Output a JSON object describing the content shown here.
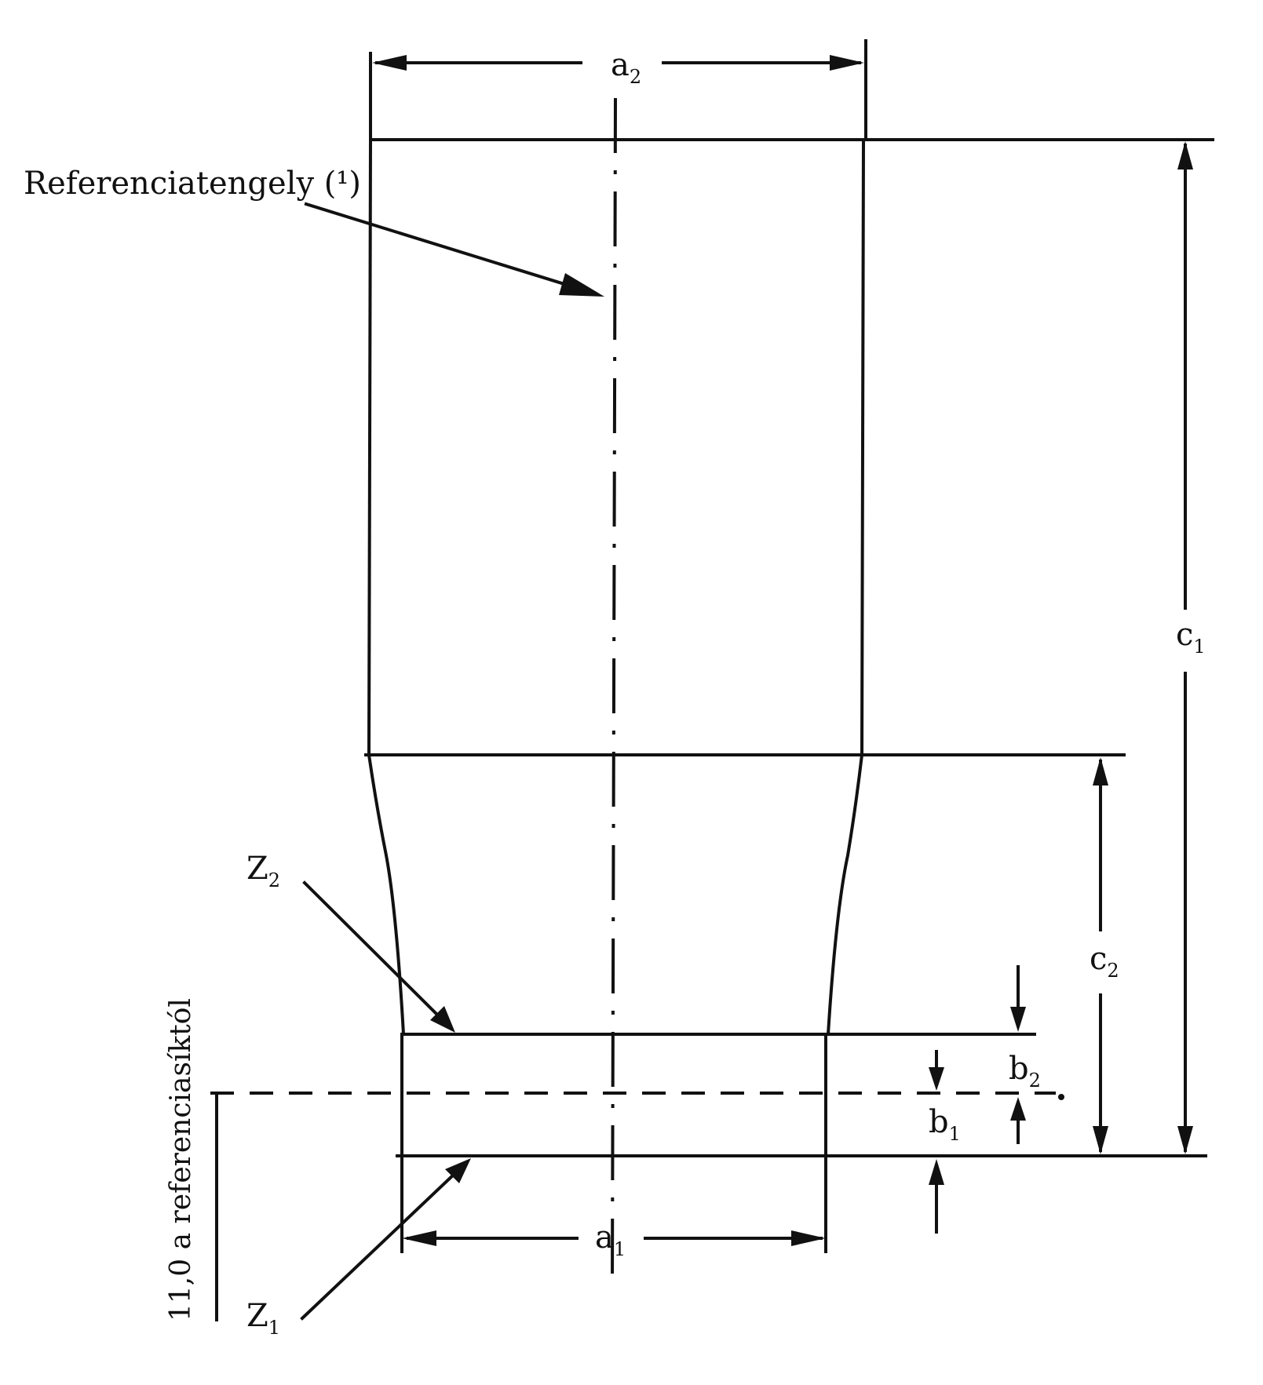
{
  "labels": {
    "reference_axis": "Referenciatengely (¹)",
    "a1": {
      "base": "a",
      "sub": "1"
    },
    "a2": {
      "base": "a",
      "sub": "2"
    },
    "b1": {
      "base": "b",
      "sub": "1"
    },
    "b2": {
      "base": "b",
      "sub": "2"
    },
    "c1": {
      "base": "c",
      "sub": "1"
    },
    "c2": {
      "base": "c",
      "sub": "2"
    },
    "z1": {
      "base": "Z",
      "sub": "1"
    },
    "z2": {
      "base": "Z",
      "sub": "2"
    },
    "reference_plane_note": "11,0 a referenciasíktól"
  },
  "colors": {
    "line": "#111111",
    "background": "#ffffff"
  }
}
